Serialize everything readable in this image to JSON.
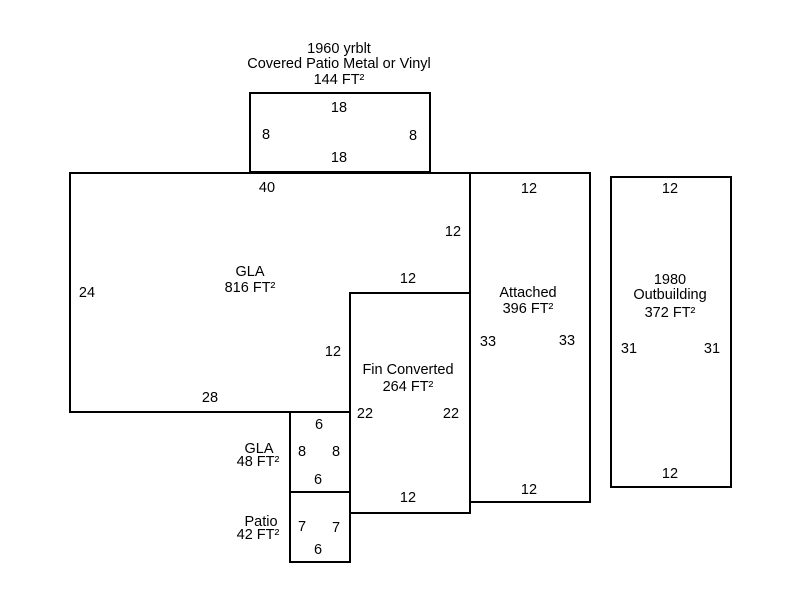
{
  "areas": {
    "covered_patio": {
      "year": "1960 yrblt",
      "name": "Covered Patio Metal or Vinyl",
      "area": "144 FT²",
      "dims": {
        "top": "18",
        "bottom": "18",
        "left": "8",
        "right": "8"
      }
    },
    "gla_main": {
      "name": "GLA",
      "area": "816 FT²",
      "dims": {
        "top": "40",
        "left": "24",
        "right_upper": "12",
        "inner_top": "12",
        "inner_side": "12",
        "bottom": "28"
      }
    },
    "attached": {
      "name": "Attached",
      "area": "396 FT²",
      "dims": {
        "top": "12",
        "left": "33",
        "right": "33",
        "bottom": "12"
      }
    },
    "fin_converted": {
      "name": "Fin Converted",
      "area": "264 FT²",
      "dims": {
        "left": "22",
        "right": "22",
        "bottom": "12"
      }
    },
    "gla_small": {
      "name": "GLA",
      "area": "48 FT²",
      "dims": {
        "top": "6",
        "left": "8",
        "right": "8",
        "bottom": "6"
      }
    },
    "patio": {
      "name": "Patio",
      "area": "42 FT²",
      "dims": {
        "left": "7",
        "right": "7",
        "bottom": "6"
      }
    },
    "outbuilding": {
      "year": "1980",
      "name": "Outbuilding",
      "area": "372 FT²",
      "dims": {
        "top": "12",
        "left": "31",
        "right": "31",
        "bottom": "12"
      }
    }
  }
}
